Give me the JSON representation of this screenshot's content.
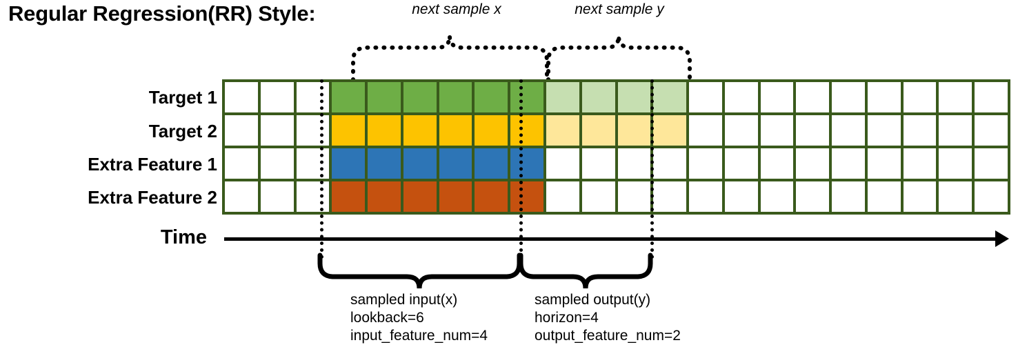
{
  "title": "Regular Regression(RR) Style:",
  "row_labels": [
    "Target 1",
    "Target 2",
    "Extra Feature 1",
    "Extra Feature 2"
  ],
  "time_axis": {
    "label": "Time",
    "arrow_direction": "right"
  },
  "grid": {
    "columns": 22,
    "rows": 4,
    "leading_blank_columns": 3,
    "input_start_column": 4,
    "input_length": 6,
    "output_start_column": 10,
    "output_length": 4,
    "border_color": "#3a5a1c",
    "empty_cell_color": "#ffffff",
    "row_fill": [
      {
        "row": "Target 1",
        "input_color": "#6eae46",
        "output_color": "#c6dfb1",
        "has_output": true
      },
      {
        "row": "Target 2",
        "input_color": "#fdc300",
        "output_color": "#fee79a",
        "has_output": true
      },
      {
        "row": "Extra Feature 1",
        "input_color": "#2d75b6",
        "output_color": null,
        "has_output": false
      },
      {
        "row": "Extra Feature 2",
        "input_color": "#c5510f",
        "output_color": null,
        "has_output": false
      }
    ]
  },
  "top_annotations": [
    {
      "label": "next sample x"
    },
    {
      "label": "next sample y"
    }
  ],
  "bottom_annotations": [
    {
      "title": "sampled input(x)",
      "line2": "lookback=6",
      "line3": "input_feature_num=4"
    },
    {
      "title": "sampled output(y)",
      "line2": "horizon=4",
      "line3": "output_feature_num=2"
    }
  ],
  "colors": {
    "grid_border": "#3a5a1c",
    "green": "#6eae46",
    "green_light": "#c6dfb1",
    "amber": "#fdc300",
    "amber_light": "#fee79a",
    "blue": "#2d75b6",
    "orange": "#c5510f",
    "ink": "#000000",
    "background": "#ffffff"
  }
}
